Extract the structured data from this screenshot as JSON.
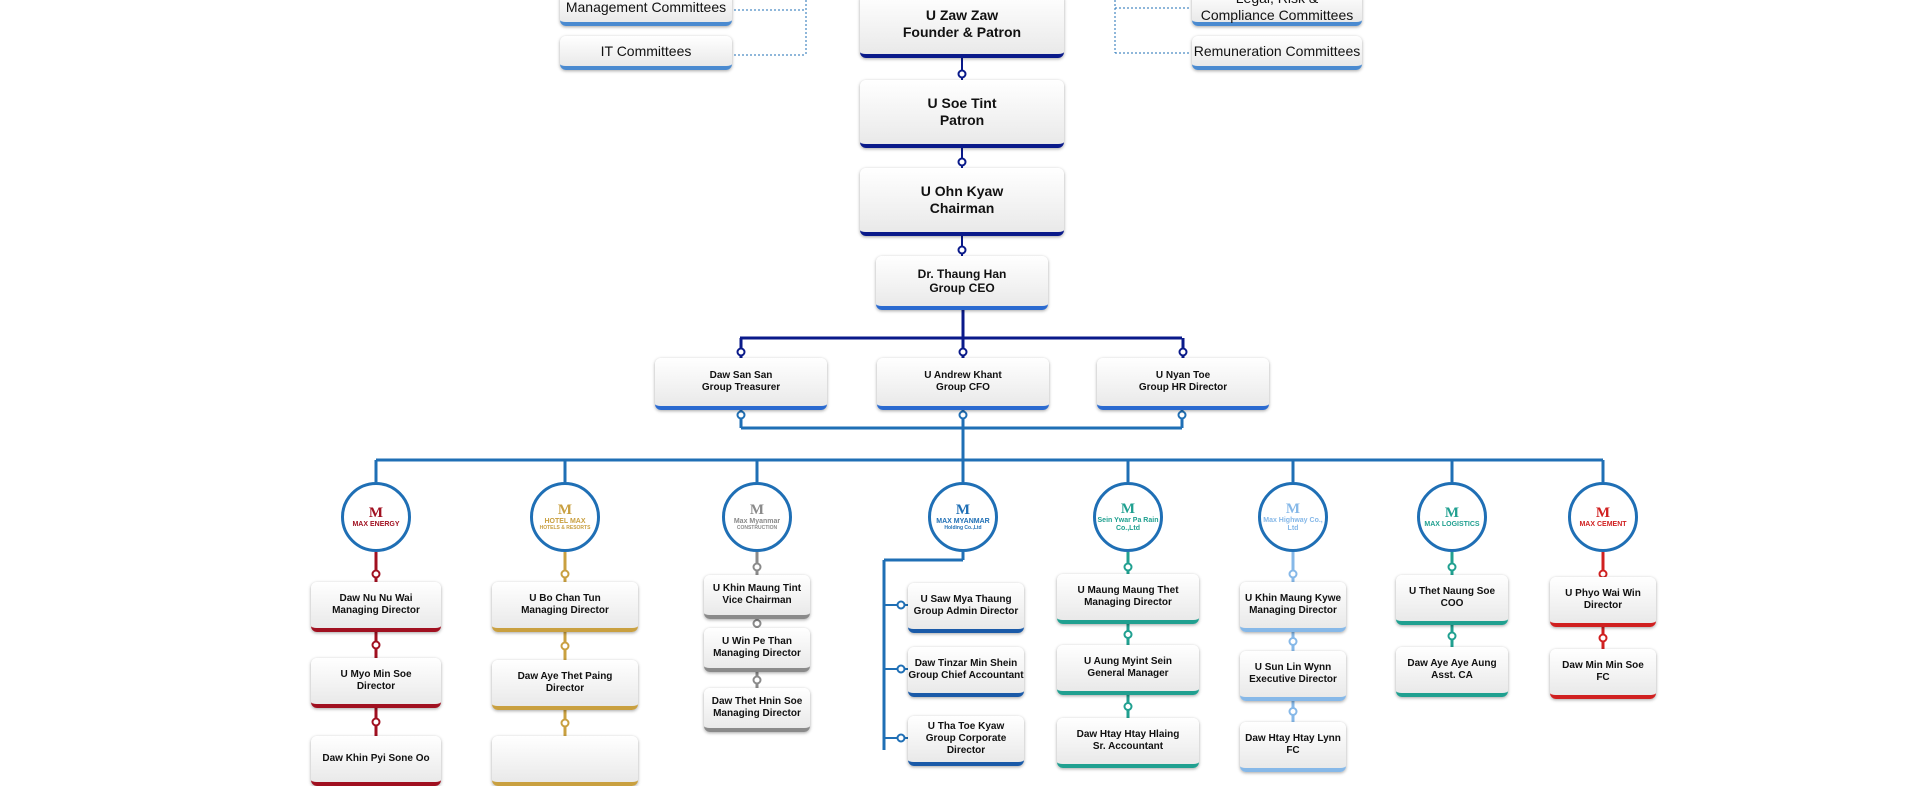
{
  "colors": {
    "navy": "#0a1a8a",
    "blue": "#1f6fb5",
    "red": "#a01020",
    "gold": "#c9a040",
    "grey": "#8a8a8a",
    "teal": "#20a090",
    "sky": "#86b8e8",
    "bred": "#d02020"
  },
  "committees_left": [
    {
      "label": "Management Committees"
    },
    {
      "label": "IT Committees"
    }
  ],
  "committees_right": [
    {
      "label": "Legal, Risk &",
      "label2": "Compliance Committees"
    },
    {
      "label": "Remuneration Committees"
    }
  ],
  "top": [
    {
      "name": "U Zaw Zaw",
      "title": "Founder & Patron"
    },
    {
      "name": "U Soe Tint",
      "title": "Patron"
    },
    {
      "name": "U Ohn Kyaw",
      "title": "Chairman"
    },
    {
      "name": "Dr. Thaung Han",
      "title": "Group CEO"
    }
  ],
  "level2": [
    {
      "name": "Daw San San",
      "title": "Group Treasurer"
    },
    {
      "name": "U Andrew Khant",
      "title": "Group CFO"
    },
    {
      "name": "U Nyan Toe",
      "title": "Group HR Director"
    }
  ],
  "companies": [
    {
      "logo": "MAX ENERGY",
      "icon": "flame-logo-icon",
      "color": "red",
      "staff": [
        {
          "name": "Daw Nu Nu Wai",
          "title": "Managing Director"
        },
        {
          "name": "U Myo Min Soe",
          "title": "Director"
        },
        {
          "name": "Daw Khin Pyi Sone Oo",
          "title": ""
        }
      ]
    },
    {
      "logo": "HOTEL MAX",
      "logo_sub": "HOTELS & RESORTS",
      "icon": "hotel-logo-icon",
      "color": "gold",
      "staff": [
        {
          "name": "U Bo Chan Tun",
          "title": "Managing Director"
        },
        {
          "name": "Daw Aye Thet Paing",
          "title": "Director"
        },
        {
          "name": "",
          "title": ""
        }
      ]
    },
    {
      "logo": "Max Myanmar",
      "logo_sub": "CONSTRUCTION",
      "icon": "building-logo-icon",
      "color": "grey",
      "staff": [
        {
          "name": "U Khin Maung Tint",
          "title": "Vice Chairman"
        },
        {
          "name": "U Win Pe Than",
          "title": "Managing Director"
        },
        {
          "name": "Daw Thet Hnin Soe",
          "title": "Managing Director"
        }
      ]
    },
    {
      "logo": "MAX MYANMAR",
      "logo_sub": "Holding Co.,Ltd",
      "icon": "max-logo-icon",
      "color": "blue",
      "staff": [
        {
          "name": "U Saw Mya Thaung",
          "title": "Group Admin Director"
        },
        {
          "name": "Daw Tinzar Min Shein",
          "title": "Group Chief Accountant"
        },
        {
          "name": "U Tha Toe Kyaw",
          "title": "Group Corporate Director"
        }
      ]
    },
    {
      "logo": "Sein Ywar Pa Rain Co.,Ltd",
      "icon": "leaf-logo-icon",
      "color": "teal",
      "staff": [
        {
          "name": "U Maung Maung Thet",
          "title": "Managing Director"
        },
        {
          "name": "U Aung Myint Sein",
          "title": "General Manager"
        },
        {
          "name": "Daw Htay Htay Hlaing",
          "title": "Sr. Accountant"
        }
      ]
    },
    {
      "logo": "Max Highway Co., Ltd",
      "icon": "highway-logo-icon",
      "color": "sky",
      "staff": [
        {
          "name": "U Khin Maung Kywe",
          "title": "Managing Director"
        },
        {
          "name": "U Sun Lin Wynn",
          "title": "Executive Director"
        },
        {
          "name": "Daw Htay Htay Lynn",
          "title": "FC"
        }
      ]
    },
    {
      "logo": "MAX LOGISTICS",
      "icon": "logistics-logo-icon",
      "color": "teal",
      "staff": [
        {
          "name": "U Thet Naung Soe",
          "title": "COO"
        },
        {
          "name": "Daw Aye Aye Aung",
          "title": "Asst. CA"
        }
      ]
    },
    {
      "logo": "MAX CEMENT",
      "icon": "lion-logo-icon",
      "color": "bred",
      "staff": [
        {
          "name": "U Phyo Wai Win",
          "title": "Director"
        },
        {
          "name": "Daw Min Min Soe",
          "title": "FC"
        }
      ]
    }
  ]
}
